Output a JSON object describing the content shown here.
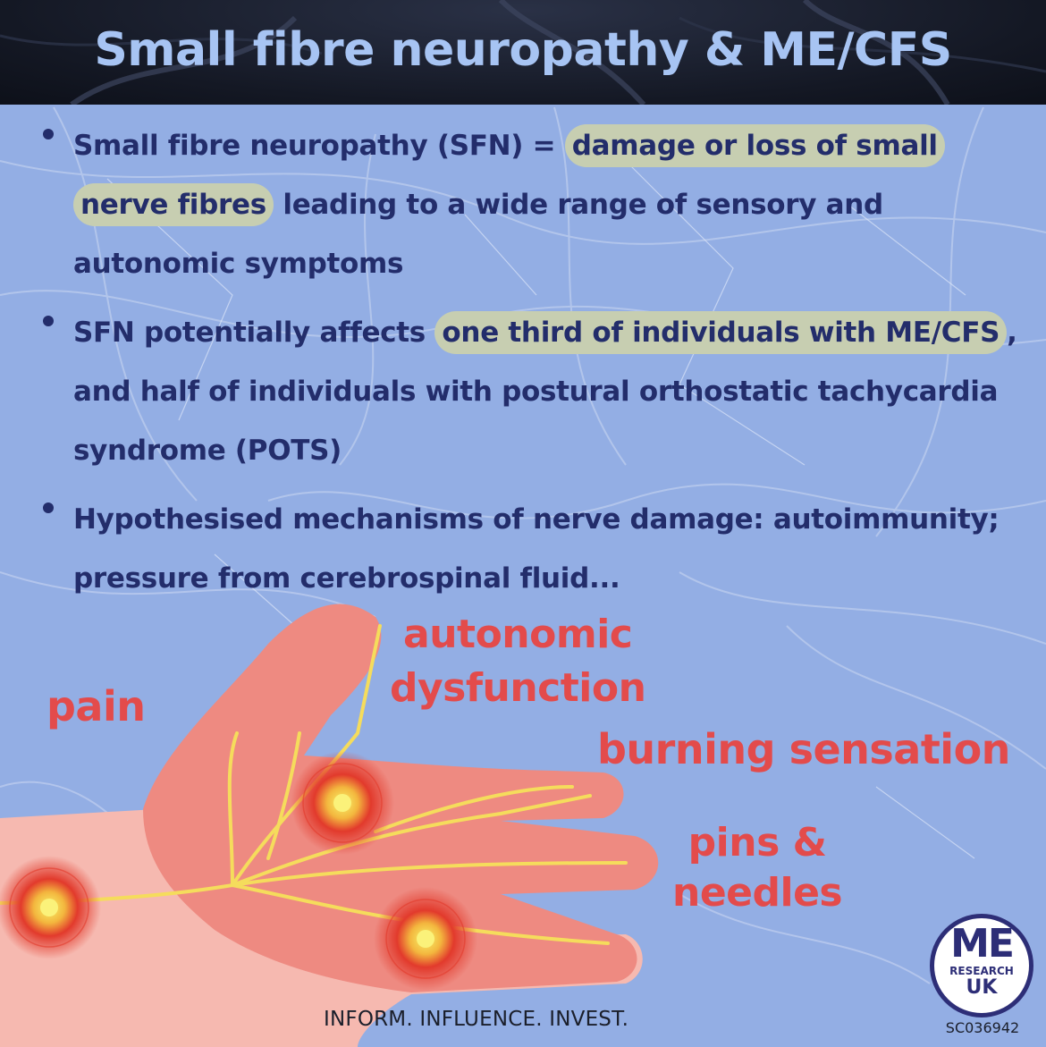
{
  "header": {
    "title": "Small fibre neuropathy & ME/CFS"
  },
  "bullets": [
    {
      "before": "Small fibre neuropathy (SFN) = ",
      "highlight": "damage or loss of small nerve fibres",
      "after": " leading to a wide range of sensory and autonomic symptoms"
    },
    {
      "before": "SFN potentially affects ",
      "highlight": "one third of individuals with ME/CFS",
      "after": ", and half of individuals with postural orthostatic tachycardia syndrome (POTS)"
    },
    {
      "before": "Hypothesised mechanisms of nerve damage: autoimmunity; pressure from cerebrospinal fluid...",
      "highlight": "",
      "after": ""
    }
  ],
  "symptoms": {
    "pain": "pain",
    "autonomic_line1": "autonomic",
    "autonomic_line2": "dysfunction",
    "burning": "burning sensation",
    "pins_line1": "pins &",
    "pins_line2": "needles"
  },
  "footer": {
    "tagline": "INFORM. INFLUENCE. INVEST.",
    "logo_me": "ME",
    "logo_research": "RESEARCH",
    "logo_uk": "UK",
    "charity_number": "SC036942"
  },
  "colors": {
    "background": "#93aee4",
    "header_bg": "#141824",
    "title": "#a7c4f3",
    "body_text": "#232d6b",
    "highlight": "#c7ceb1",
    "symptom_red": "#e34b4b",
    "hand_skin": "#f6b9b0",
    "hand_palm": "#ee8a81",
    "nerve_yellow": "#f5dc5c",
    "logo_navy": "#2d2e77"
  },
  "icons": [
    "hand-illustration",
    "pain-point-icon",
    "logo-icon"
  ]
}
